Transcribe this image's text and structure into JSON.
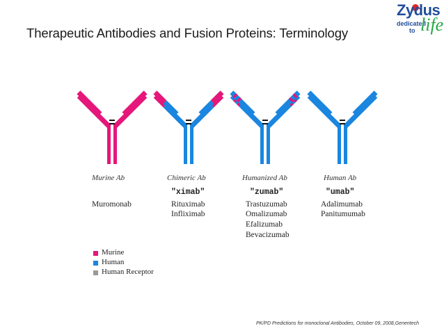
{
  "title": "Therapeutic Antibodies and Fusion Proteins: Terminology",
  "logo": {
    "brand": "Zydus",
    "line1": "dedicated",
    "line2": "to",
    "line3": "life"
  },
  "colors": {
    "murine": "#e5177a",
    "human": "#1a86e0",
    "receptor": "#9a9a9a"
  },
  "antibodies": [
    {
      "name": "Murine Ab",
      "suffix": "",
      "drugs": [
        "Muromonab"
      ]
    },
    {
      "name": "Chimeric Ab",
      "suffix": "\"ximab\"",
      "drugs": [
        "Rituximab",
        "Infliximab"
      ]
    },
    {
      "name": "Humanized Ab",
      "suffix": "\"zumab\"",
      "drugs": [
        "Trastuzumab",
        "Omalizumab",
        "Efalizumab",
        "Bevacizumab"
      ]
    },
    {
      "name": "Human Ab",
      "suffix": "\"umab\"",
      "drugs": [
        "Adalimumab",
        "Panitumumab"
      ]
    }
  ],
  "legend": [
    {
      "label": "Murine",
      "color": "#e5177a"
    },
    {
      "label": "Human",
      "color": "#1a86e0"
    },
    {
      "label": "Human Receptor",
      "color": "#9a9a9a"
    }
  ],
  "footer": "PK/PD Predictions for monoclonal Antibodies, October 09, 2008,Genentech"
}
